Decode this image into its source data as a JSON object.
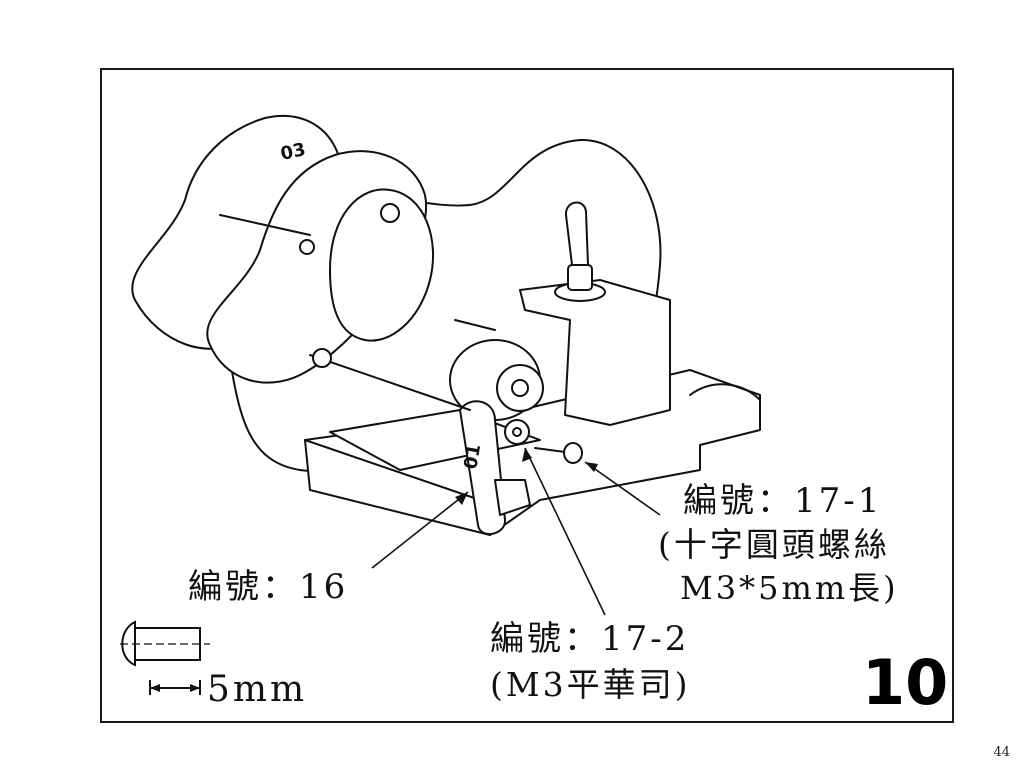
{
  "callouts": {
    "part_17_1": {
      "line1": "編號：17-1",
      "line2": "(十字圓頭螺絲",
      "line3": "M3*5mm長)"
    },
    "part_16": {
      "line1": "編號：16"
    },
    "part_17_2": {
      "line1": "編號：17-2",
      "line2": "(M3平華司)"
    }
  },
  "screw_size": "5mm",
  "part_marks": {
    "plate": "03",
    "link": "01"
  },
  "step_number": "10",
  "page_number": "44",
  "colors": {
    "line": "#111111",
    "background": "#ffffff"
  }
}
